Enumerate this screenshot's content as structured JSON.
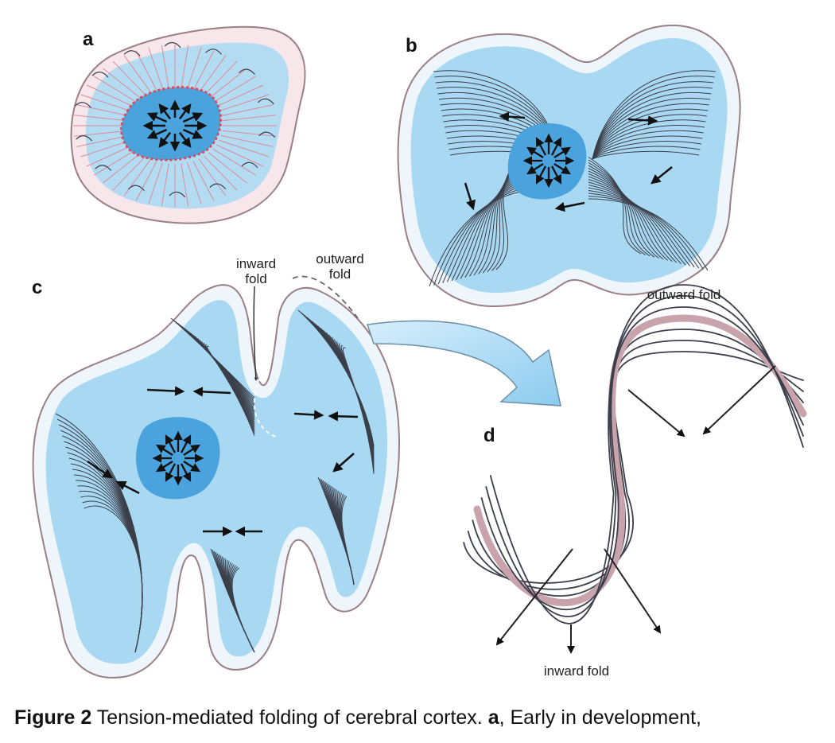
{
  "panels": {
    "a": "a",
    "b": "b",
    "c": "c",
    "d": "d"
  },
  "annotations": {
    "inward_fold_c_line1": "inward",
    "inward_fold_c_line2": "fold",
    "outward_fold_c_line1": "outward",
    "outward_fold_c_line2": "fold",
    "outward_fold_d": "outward fold",
    "inward_fold_d": "inward fold"
  },
  "caption": {
    "figure_label": "Figure 2",
    "text_before_bold": " Tension-mediated folding of cerebral cortex. ",
    "bold_letter": "a",
    "text_after_bold": ", Early in development,"
  },
  "colors": {
    "ventricle": "#4aa3dc",
    "tissue": "#a9d8f2",
    "outline": "#9a7f86",
    "fiber": "#3b3f4a",
    "cortex_band": "#c9a3ac",
    "arrow": "#111111"
  }
}
